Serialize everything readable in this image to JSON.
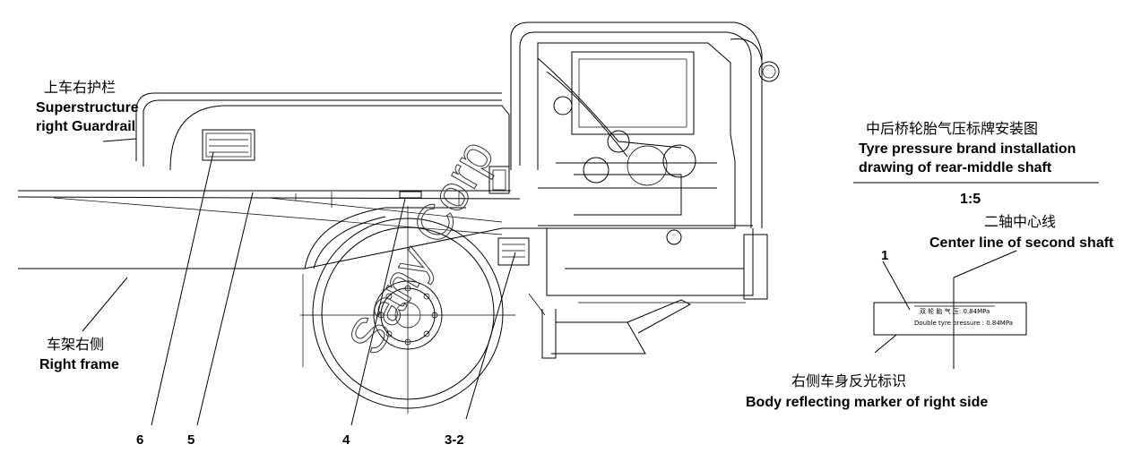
{
  "labels": {
    "guardrail_cn": "上车右护栏",
    "guardrail_en1": "Superstructure",
    "guardrail_en2": "right Guardrail",
    "frame_cn": "车架右侧",
    "frame_en": "Right frame",
    "brand_cn": "中后桥轮胎气压标牌安装图",
    "brand_en1": "Tyre pressure brand installation",
    "brand_en2": "drawing of rear-middle shaft",
    "scale": "1:5",
    "centerline_cn": "二轴中心线",
    "centerline_en": "Center line of second shaft",
    "marker_cn": "右侧车身反光标识",
    "marker_en": "Body reflecting marker of right side",
    "plate_line1": "双 轮 胎 气 压: 0.84MPa",
    "plate_line2": "Double tyre pressure : 0.84MPa"
  },
  "callouts": {
    "c1": "1",
    "c6": "6",
    "c5": "5",
    "c4": "4",
    "c32": "3-2"
  },
  "watermark": "Sany Corp"
}
